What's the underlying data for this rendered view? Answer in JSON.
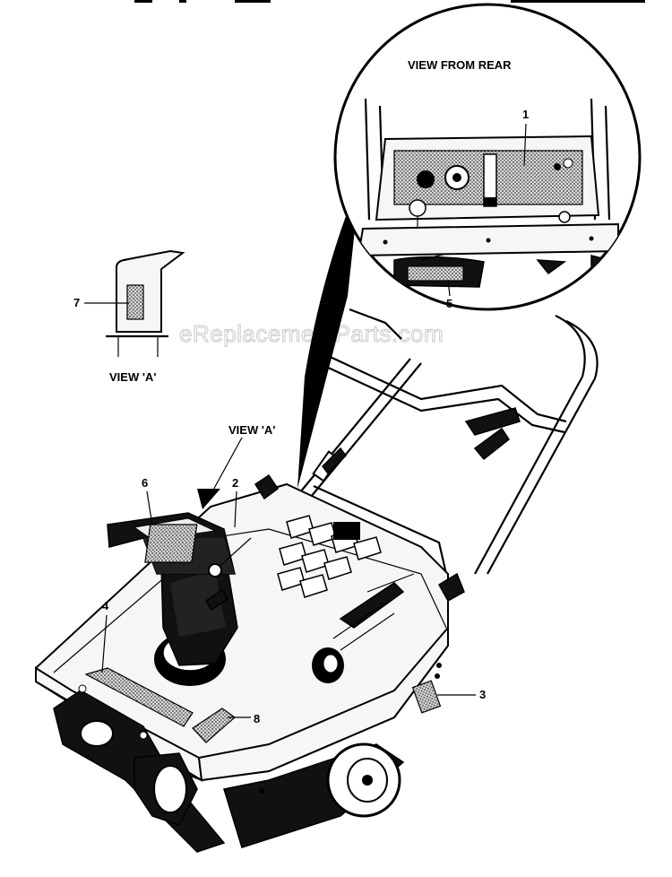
{
  "view_from_rear": {
    "title": "VIEW FROM REAR"
  },
  "view_a": {
    "caption": "VIEW 'A'",
    "pointer": "VIEW 'A'"
  },
  "watermark": "eReplacementParts.com",
  "callouts": {
    "c1": "1",
    "c2": "2",
    "c3": "3",
    "c4": "4",
    "c5": "5",
    "c6": "6",
    "c7": "7",
    "c8": "8"
  }
}
